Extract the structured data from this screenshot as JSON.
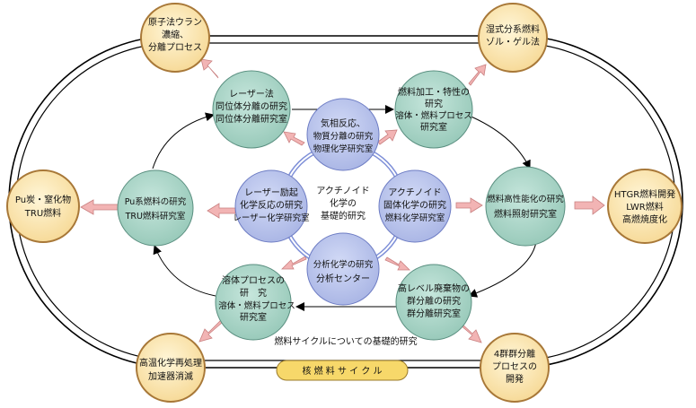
{
  "diagram": {
    "bottom_banner": "核 燃 料 サ イ ク ル",
    "cycle_caption": "燃料サイクルについての基礎的研究",
    "outer_nodes": {
      "top_left": [
        "原子法ウラン",
        "濃縮、",
        "分離プロセス"
      ],
      "top_right": [
        "湿式分系燃料",
        "ゾル・ゲル法"
      ],
      "left": [
        "Pu炭・窒化物",
        "TRU燃料"
      ],
      "right": [
        "HTGR燃料開発",
        "LWR燃料",
        "高燃焼度化"
      ],
      "bottom_left": [
        "高温化学再処理",
        "加速器消滅"
      ],
      "bottom_right": [
        "4群群分離",
        "プロセスの",
        "開発"
      ]
    },
    "ring_nodes": {
      "laser_isotope": [
        "レーザー法",
        "同位体分離の研究",
        "同位体分離研究室"
      ],
      "fuel_processing": [
        "燃料加工・特性の",
        "研究",
        "溶体・燃料プロセス",
        "研究室"
      ],
      "fuel_performance": [
        "燃料高性能化の研究",
        "燃料照射研究室"
      ],
      "hlw_partitioning": [
        "高レベル廃棄物の",
        "群分離の研究",
        "群分離研究室"
      ],
      "molten_salt": [
        "溶体プロセスの",
        "研　究",
        "溶体・燃料プロセス",
        "研究室"
      ],
      "pu_fuel": [
        "Pu系燃料の研究",
        "TRU燃料研究室"
      ]
    },
    "inner_nodes": {
      "gas_phase": [
        "気相反応、",
        "物質分離の研究",
        "物理化学研究室"
      ],
      "laser_excited": [
        "レーザー励起",
        "化学反応の研究",
        "レーザー化学研究室"
      ],
      "actinide_solid": [
        "アクチノイド",
        "固体化学の研究",
        "燃料化学研究室"
      ],
      "analytical": [
        "分析化学の研究",
        "分析センター"
      ]
    },
    "center": [
      "アクチノイド",
      "化学の",
      "基礎的研究"
    ]
  },
  "colors": {
    "outer_fill": "#fbe8b0",
    "outer_stroke": "#a87838",
    "ring_fill": "#a9d6c8",
    "inner_fill": "#b8c3ea",
    "banner_fill": "#f7d86a",
    "pink_arrow": "#f2b4b4"
  }
}
